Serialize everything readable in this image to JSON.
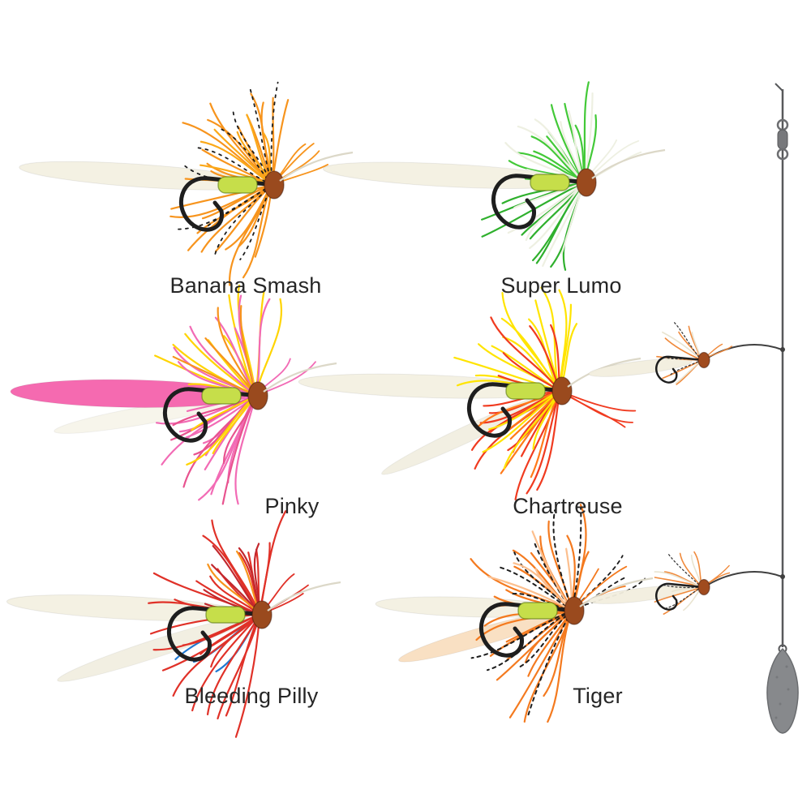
{
  "background": "#ffffff",
  "lures": [
    {
      "name": "Banana Smash",
      "render": {
        "seed": 11,
        "gp": [
          330,
          120
        ],
        "blade": {
          "c": "#f4f1e3",
          "angle": 176,
          "len": 300,
          "w": 14
        },
        "skirt": [
          {
            "c": "#f7941d",
            "n": 13,
            "a0": 75,
            "a1": 180,
            "r0": 75,
            "r1": 135
          },
          {
            "c": "#fba919",
            "n": 6,
            "a0": 90,
            "a1": 170,
            "r0": 60,
            "r1": 110
          },
          {
            "c": "#1d1d1d",
            "n": 6,
            "a0": 80,
            "a1": 175,
            "r0": 75,
            "r1": 130,
            "dash": "3 6",
            "w": 1.8
          },
          {
            "c": "#f7941d",
            "n": 12,
            "a0": 190,
            "a1": 262,
            "r0": 85,
            "r1": 155
          },
          {
            "c": "#1d1d1d",
            "n": 4,
            "a0": 195,
            "a1": 255,
            "r0": 85,
            "r1": 140,
            "dash": "3 6",
            "w": 1.8
          },
          {
            "c": "#f7941d",
            "n": 4,
            "a0": 15,
            "a1": 60,
            "r0": 60,
            "r1": 100,
            "w": 1.8
          }
        ],
        "head": "#9a4a1e",
        "tube": "#c6de4a"
      }
    },
    {
      "name": "Super Lumo",
      "render": {
        "seed": 22,
        "gp": [
          330,
          120
        ],
        "blade": {
          "c": "#f4f1e3",
          "angle": 177,
          "len": 310,
          "w": 14
        },
        "skirt": [
          {
            "c": "#43c938",
            "n": 12,
            "a0": 75,
            "a1": 180,
            "r0": 70,
            "r1": 130
          },
          {
            "c": "#eef0e2",
            "n": 7,
            "a0": 80,
            "a1": 175,
            "r0": 65,
            "r1": 120
          },
          {
            "c": "#2fb02d",
            "n": 9,
            "a0": 190,
            "a1": 262,
            "r0": 80,
            "r1": 145
          },
          {
            "c": "#eef0e2",
            "n": 6,
            "a0": 195,
            "a1": 258,
            "r0": 75,
            "r1": 135
          },
          {
            "c": "#eef0e2",
            "n": 3,
            "a0": 20,
            "a1": 55,
            "r0": 55,
            "r1": 90,
            "w": 1.8
          }
        ],
        "head": "#9a4a1e",
        "tube": "#c6de4a"
      }
    },
    {
      "name": "Pinky",
      "render": {
        "seed": 33,
        "gp": [
          330,
          120
        ],
        "blade": {
          "c": "#f56ab0",
          "angle": 179,
          "len": 290,
          "w": 17
        },
        "blade2": {
          "c": "#f4f1e3",
          "angle": 190,
          "len": 240,
          "w": 11,
          "op": 0.7
        },
        "skirt": [
          {
            "c": "#ffd400",
            "n": 10,
            "a0": 70,
            "a1": 175,
            "r0": 75,
            "r1": 140
          },
          {
            "c": "#f26bb5",
            "n": 8,
            "a0": 75,
            "a1": 180,
            "r0": 70,
            "r1": 130
          },
          {
            "c": "#f7941d",
            "n": 4,
            "a0": 85,
            "a1": 165,
            "r0": 70,
            "r1": 120
          },
          {
            "c": "#f26bb5",
            "n": 12,
            "a0": 188,
            "a1": 262,
            "r0": 85,
            "r1": 155
          },
          {
            "c": "#e8538f",
            "n": 6,
            "a0": 195,
            "a1": 258,
            "r0": 80,
            "r1": 145
          },
          {
            "c": "#ffd400",
            "n": 3,
            "a0": 200,
            "a1": 245,
            "r0": 80,
            "r1": 130
          },
          {
            "c": "#f26bb5",
            "n": 2,
            "a0": 20,
            "a1": 50,
            "r0": 55,
            "r1": 85,
            "w": 1.8
          }
        ],
        "head": "#9a4a1e",
        "tube": "#c6de4a"
      }
    },
    {
      "name": "Chartreuse",
      "render": {
        "seed": 44,
        "gp": [
          330,
          120
        ],
        "blade": {
          "c": "#f4f1e3",
          "angle": 178,
          "len": 310,
          "w": 14
        },
        "blade2": {
          "c": "#efecdb",
          "angle": 205,
          "len": 230,
          "w": 10,
          "op": 0.8
        },
        "skirt": [
          {
            "c": "#ffe400",
            "n": 14,
            "a0": 70,
            "a1": 180,
            "r0": 75,
            "r1": 140
          },
          {
            "c": "#f03b20",
            "n": 5,
            "a0": 85,
            "a1": 170,
            "r0": 70,
            "r1": 125
          },
          {
            "c": "#f03b20",
            "n": 12,
            "a0": 188,
            "a1": 262,
            "r0": 85,
            "r1": 155
          },
          {
            "c": "#ff7a1a",
            "n": 5,
            "a0": 195,
            "a1": 255,
            "r0": 80,
            "r1": 140
          },
          {
            "c": "#ffe400",
            "n": 4,
            "a0": 200,
            "a1": 250,
            "r0": 75,
            "r1": 130
          },
          {
            "c": "#f03b20",
            "n": 3,
            "a0": -35,
            "a1": -8,
            "r0": 60,
            "r1": 100,
            "w": 1.8
          }
        ],
        "head": "#9a4a1e",
        "tube": "#c6de4a"
      }
    },
    {
      "name": "Bleeding Pilly",
      "render": {
        "seed": 55,
        "gp": [
          330,
          120
        ],
        "blade": {
          "c": "#f4f1e3",
          "angle": 177,
          "len": 300,
          "w": 14
        },
        "blade2": {
          "c": "#efecdb",
          "angle": 198,
          "len": 250,
          "w": 11,
          "op": 0.8
        },
        "skirt": [
          {
            "c": "#e03128",
            "n": 13,
            "a0": 72,
            "a1": 180,
            "r0": 75,
            "r1": 140
          },
          {
            "c": "#c2272d",
            "n": 6,
            "a0": 85,
            "a1": 175,
            "r0": 65,
            "r1": 120
          },
          {
            "c": "#1f78d1",
            "n": 3,
            "a0": 200,
            "a1": 235,
            "r0": 80,
            "r1": 125
          },
          {
            "c": "#e03128",
            "n": 12,
            "a0": 188,
            "a1": 262,
            "r0": 85,
            "r1": 155
          },
          {
            "c": "#f7941d",
            "n": 2,
            "a0": 95,
            "a1": 140,
            "r0": 70,
            "r1": 110
          },
          {
            "c": "#e03128",
            "n": 3,
            "a0": 18,
            "a1": 52,
            "r0": 55,
            "r1": 90,
            "w": 1.8
          }
        ],
        "head": "#9a4a1e",
        "tube": "#c6de4a"
      }
    },
    {
      "name": "Tiger",
      "render": {
        "seed": 66,
        "gp": [
          330,
          120
        ],
        "blade": {
          "c": "#f4f1e3",
          "angle": 178,
          "len": 230,
          "w": 12
        },
        "blade2": {
          "c": "#f9ddbd",
          "angle": 196,
          "len": 210,
          "w": 11,
          "op": 0.9
        },
        "skirt": [
          {
            "c": "#f47a1f",
            "n": 13,
            "a0": 72,
            "a1": 182,
            "r0": 75,
            "r1": 140
          },
          {
            "c": "#1d1d1d",
            "n": 6,
            "a0": 78,
            "a1": 178,
            "r0": 75,
            "r1": 135,
            "dash": "4 5",
            "w": 2
          },
          {
            "c": "#fcbf8e",
            "n": 5,
            "a0": 90,
            "a1": 170,
            "r0": 65,
            "r1": 115
          },
          {
            "c": "#f47a1f",
            "n": 12,
            "a0": 188,
            "a1": 262,
            "r0": 85,
            "r1": 155
          },
          {
            "c": "#1d1d1d",
            "n": 4,
            "a0": 195,
            "a1": 250,
            "r0": 85,
            "r1": 140,
            "dash": "4 5",
            "w": 2
          },
          {
            "c": "#1d1d1d",
            "n": 3,
            "a0": 15,
            "a1": 55,
            "r0": 70,
            "r1": 110,
            "dash": "4 5",
            "w": 1.8
          },
          {
            "c": "#f47a1f",
            "n": 3,
            "a0": 20,
            "a1": 60,
            "r0": 60,
            "r1": 100,
            "w": 1.8
          }
        ],
        "head": "#9a4a1e",
        "tube": "#c6de4a"
      }
    }
  ],
  "rig": {
    "line_color": "#58595b",
    "wire_color": "#3f3f3f",
    "sinker_color": "#87898c",
    "swivel_color": "#6d6e71",
    "mini_lures": [
      {
        "render": {
          "seed": 71,
          "gp": [
            150,
            46
          ],
          "k": 0.5,
          "leader": false,
          "blade": {
            "c": "#f3efdf",
            "angle": 187,
            "len": 128,
            "w": 8,
            "op": 0.95
          },
          "skirt": [
            {
              "c": "#f08a3c",
              "n": 6,
              "a0": 95,
              "a1": 232,
              "r0": 40,
              "r1": 68,
              "w": 1.6
            },
            {
              "c": "#e9e4d1",
              "n": 4,
              "a0": 102,
              "a1": 238,
              "r0": 36,
              "r1": 62,
              "w": 1.6
            },
            {
              "c": "#3a3a3a",
              "n": 3,
              "a0": 112,
              "a1": 222,
              "r0": 40,
              "r1": 60,
              "w": 1.3,
              "dash": "2 3"
            },
            {
              "c": "#f08a3c",
              "n": 2,
              "a0": 18,
              "a1": 48,
              "r0": 28,
              "r1": 46,
              "w": 1.4
            }
          ],
          "head": "#a04b1e"
        }
      },
      {
        "render": {
          "seed": 72,
          "gp": [
            150,
            46
          ],
          "k": 0.5,
          "leader": false,
          "blade": {
            "c": "#f3efdf",
            "angle": 187,
            "len": 128,
            "w": 8,
            "op": 0.95
          },
          "skirt": [
            {
              "c": "#f08a3c",
              "n": 6,
              "a0": 95,
              "a1": 232,
              "r0": 40,
              "r1": 68,
              "w": 1.6
            },
            {
              "c": "#e9e4d1",
              "n": 4,
              "a0": 102,
              "a1": 238,
              "r0": 36,
              "r1": 62,
              "w": 1.6
            },
            {
              "c": "#3a3a3a",
              "n": 3,
              "a0": 112,
              "a1": 222,
              "r0": 40,
              "r1": 60,
              "w": 1.3,
              "dash": "2 3"
            },
            {
              "c": "#f08a3c",
              "n": 2,
              "a0": 18,
              "a1": 48,
              "r0": 28,
              "r1": 46,
              "w": 1.4
            }
          ],
          "head": "#a04b1e"
        }
      }
    ]
  }
}
